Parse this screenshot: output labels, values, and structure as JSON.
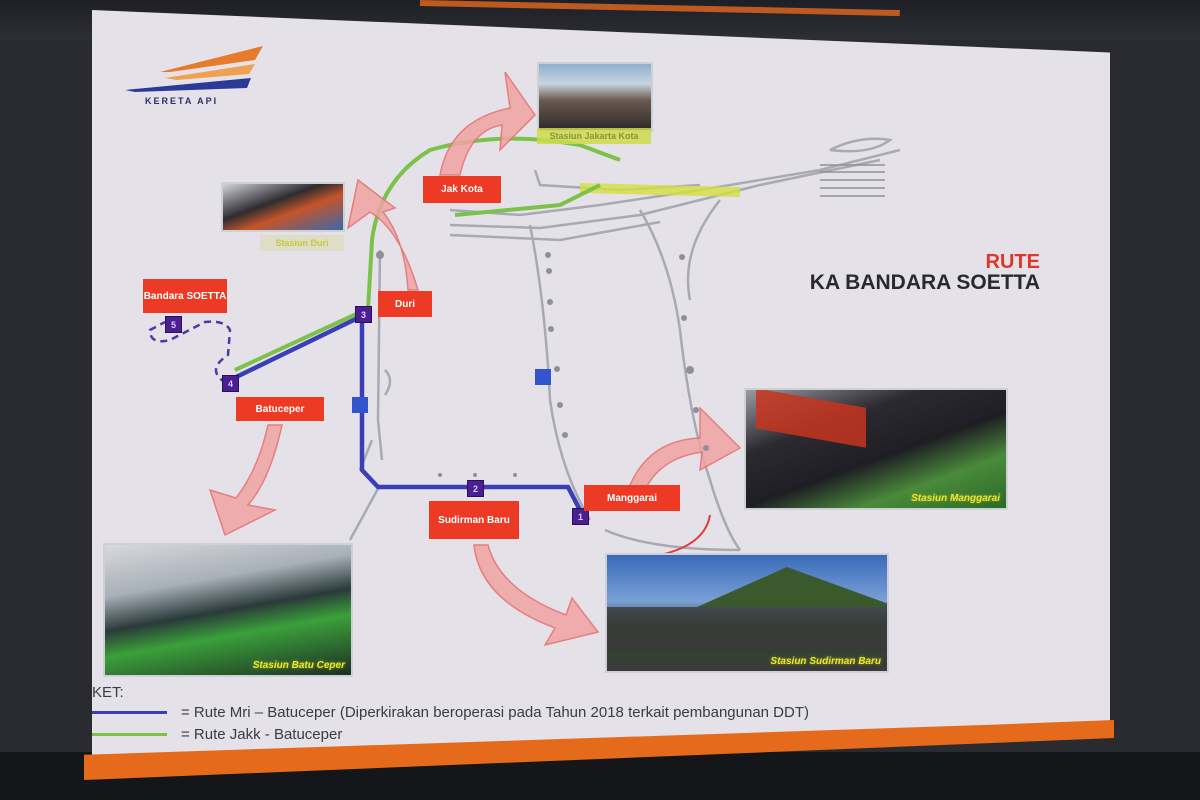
{
  "logo": {
    "text": "KERETA API",
    "colors": {
      "orange": "#e87a2c",
      "blue": "#2b3a96"
    }
  },
  "title": {
    "line1": "RUTE",
    "line2": "KA BANDARA SOETTA"
  },
  "station_labels": [
    {
      "id": "bandara-soetta",
      "text": "Bandara SOETTA"
    },
    {
      "id": "batuceper",
      "text": "Batuceper"
    },
    {
      "id": "duri",
      "text": "Duri"
    },
    {
      "id": "jak-kota",
      "text": "Jak Kota"
    },
    {
      "id": "sudirman-baru",
      "text": "Sudirman Baru"
    },
    {
      "id": "manggarai",
      "text": "Manggarai"
    }
  ],
  "station_numbers": [
    "1",
    "2",
    "3",
    "4",
    "5"
  ],
  "photos": [
    {
      "id": "jakarta-kota",
      "caption": "Stasiun Jakarta Kota"
    },
    {
      "id": "duri",
      "caption": "Stasiun Duri"
    },
    {
      "id": "manggarai",
      "caption": "Stasiun Manggarai"
    },
    {
      "id": "batu-ceper",
      "caption": "Stasiun Batu Ceper"
    },
    {
      "id": "sudirman-baru",
      "caption": "Stasiun Sudirman Baru"
    }
  ],
  "legend": {
    "title": "KET:",
    "items": [
      {
        "color": "#3b3fb5",
        "text": "= Rute Mri – Batuceper (Diperkirakan beroperasi pada Tahun 2018 terkait pembangunan DDT)"
      },
      {
        "color": "#7cc24a",
        "text": "= Rute Jakk - Batuceper"
      }
    ]
  },
  "colors": {
    "route_blue": "#3b3fb5",
    "route_green": "#7cc24a",
    "label_red": "#ec3a24",
    "arrow_pink": "#f1a3a3",
    "accent_orange": "#e56a1c",
    "track_gray": "#a9a9b3"
  }
}
